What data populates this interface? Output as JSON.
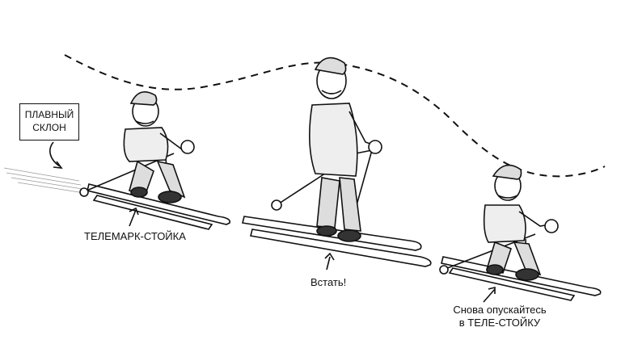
{
  "labels": {
    "gentle_slope_line1": "ПЛАВНЫЙ",
    "gentle_slope_line2": "СКЛОН",
    "telemark_stance": "ТЕЛЕМАРК-СТОЙКА",
    "stand_up": "Встать!",
    "lower_again_line1": "Снова опускайтесь",
    "lower_again_line2": "в ТЕЛЕ-СТОЙКУ"
  },
  "colors": {
    "ink": "#111111",
    "paper": "#ffffff",
    "shade": "#777777"
  }
}
